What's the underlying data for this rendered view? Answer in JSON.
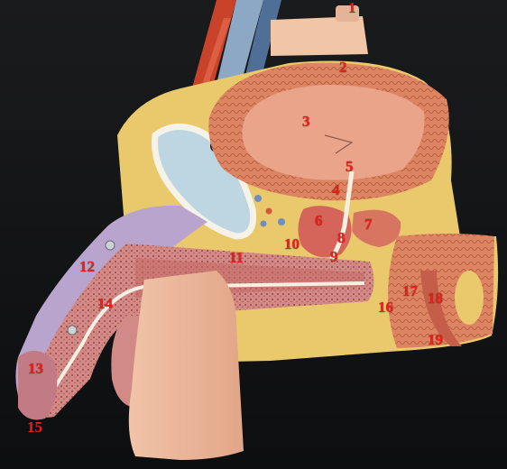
{
  "colors": {
    "background": "#121314",
    "label_red": "#e8201c",
    "muscle": "#d9805e",
    "fat_yellow": "#e8c86a",
    "bone_blue": "#b9d3de",
    "erectile_pink": "#c98a8e",
    "tissue_purple": "#b6a3c9",
    "stand_tan": "#ecb89a"
  },
  "labels": [
    {
      "id": "1",
      "text": "1"
    },
    {
      "id": "2",
      "text": "2"
    },
    {
      "id": "3",
      "text": "3"
    },
    {
      "id": "4",
      "text": "4"
    },
    {
      "id": "5",
      "text": "5"
    },
    {
      "id": "6",
      "text": "6"
    },
    {
      "id": "7",
      "text": "7"
    },
    {
      "id": "8",
      "text": "8"
    },
    {
      "id": "9",
      "text": "9"
    },
    {
      "id": "10",
      "text": "10"
    },
    {
      "id": "11",
      "text": "11"
    },
    {
      "id": "12",
      "text": "12"
    },
    {
      "id": "13",
      "text": "13"
    },
    {
      "id": "14",
      "text": "14"
    },
    {
      "id": "15",
      "text": "15"
    },
    {
      "id": "16",
      "text": "16"
    },
    {
      "id": "17",
      "text": "17"
    },
    {
      "id": "18",
      "text": "18"
    },
    {
      "id": "19",
      "text": "19"
    }
  ]
}
